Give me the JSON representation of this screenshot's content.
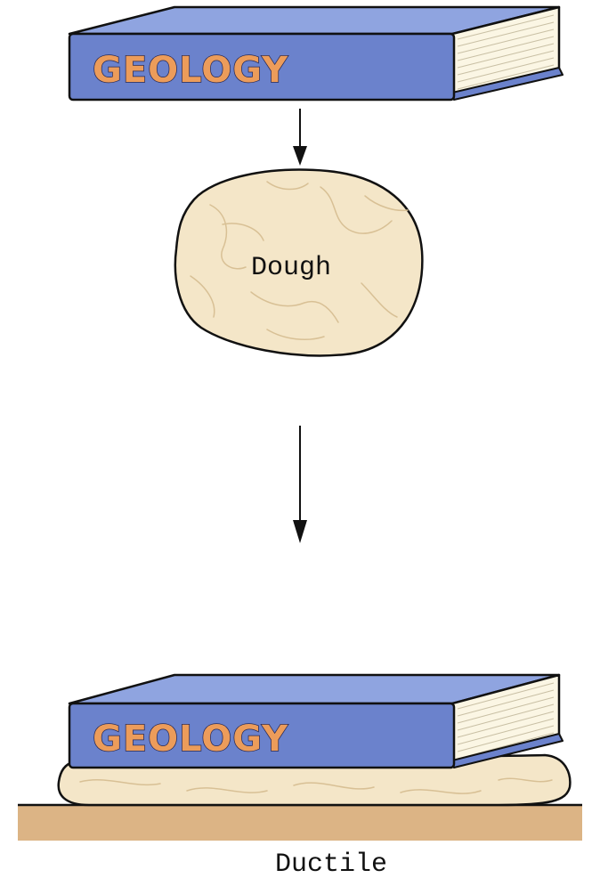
{
  "book": {
    "title_top": "GEOLOGY",
    "title_bottom": "GEOLOGY"
  },
  "labels": {
    "dough": "Dough",
    "ductile": "Ductile"
  },
  "colors": {
    "book_cover": "#6b82cc",
    "book_top": "#8fa4e0",
    "book_title": "#ec9c5a",
    "pages": "#fbf6e4",
    "dough": "#f4e6c8",
    "dough_swirl": "#d8c095",
    "ground": "#dcb485",
    "outline": "#111111"
  }
}
